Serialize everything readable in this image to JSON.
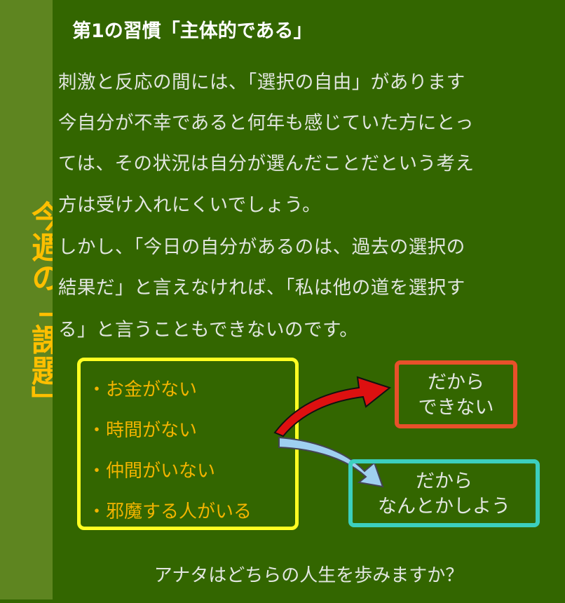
{
  "sidebar": {
    "label": "今週の「課題」"
  },
  "title": "第1の習慣「主体的である」",
  "body": [
    "刺激と反応の間には、「選択の自由」があります",
    "今自分が不幸であると何年も感じていた方にとっ",
    "ては、その状況は自分が選んだことだという考え",
    "方は受け入れにくいでしょう。",
    "しかし、「今日の自分があるのは、過去の選択の",
    "結果だ」と言えなければ、「私は他の道を選択す",
    "る」と言うこともできないのです。"
  ],
  "excuses": [
    "・お金がない",
    "・時間がない",
    "・仲間がいない",
    "・邪魔する人がいる"
  ],
  "negative": {
    "line1": "だから",
    "line2": "できない"
  },
  "positive": {
    "line1": "だから",
    "line2": "なんとかしよう"
  },
  "question": "アナタはどちらの人生を歩みますか？",
  "colors": {
    "sidebar": "#5e8520",
    "background": "#336600",
    "accent": "#ffbf00"
  }
}
